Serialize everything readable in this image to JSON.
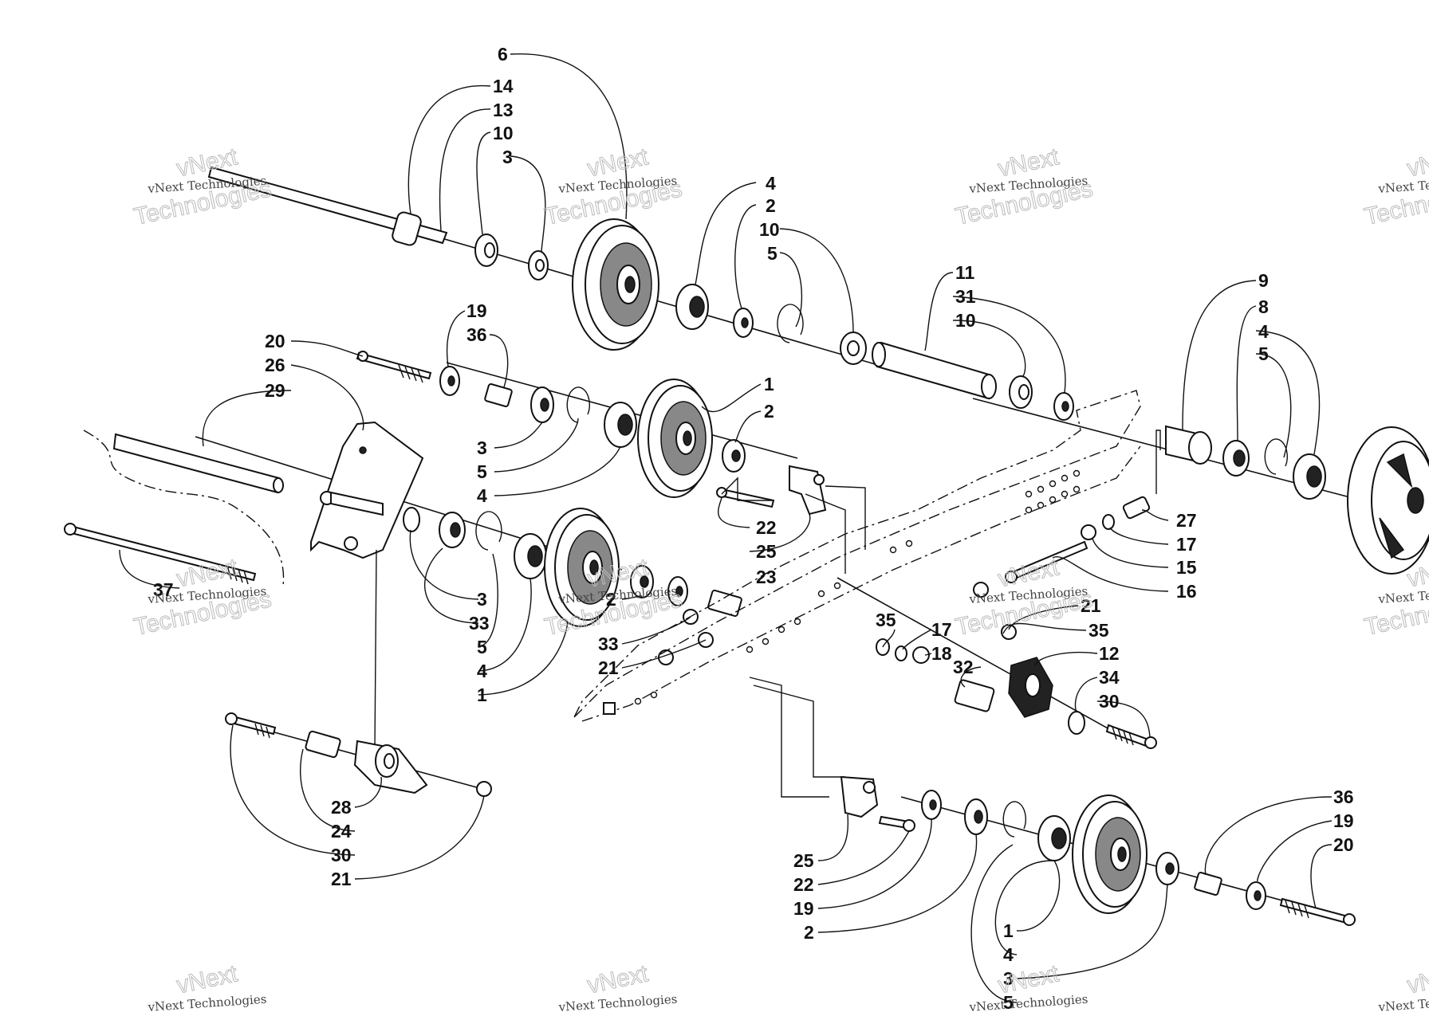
{
  "watermark": {
    "line1": "vNext Technologies",
    "line2": "vNext",
    "line3": "Technologies"
  },
  "callouts": [
    {
      "id": "c01",
      "text": "6"
    },
    {
      "id": "c02",
      "text": "14"
    },
    {
      "id": "c03",
      "text": "13"
    },
    {
      "id": "c04",
      "text": "10"
    },
    {
      "id": "c05",
      "text": "3"
    },
    {
      "id": "c06",
      "text": "4"
    },
    {
      "id": "c07",
      "text": "2"
    },
    {
      "id": "c08",
      "text": "10"
    },
    {
      "id": "c09",
      "text": "5"
    },
    {
      "id": "c10",
      "text": "11"
    },
    {
      "id": "c11",
      "text": "31"
    },
    {
      "id": "c12",
      "text": "10"
    },
    {
      "id": "c13",
      "text": "9"
    },
    {
      "id": "c14",
      "text": "8"
    },
    {
      "id": "c15",
      "text": "4"
    },
    {
      "id": "c16",
      "text": "5"
    },
    {
      "id": "c17",
      "text": "19"
    },
    {
      "id": "c18",
      "text": "36"
    },
    {
      "id": "c19",
      "text": "20"
    },
    {
      "id": "c20",
      "text": "26"
    },
    {
      "id": "c21",
      "text": "29"
    },
    {
      "id": "c22",
      "text": "1"
    },
    {
      "id": "c23",
      "text": "2"
    },
    {
      "id": "c24",
      "text": "3"
    },
    {
      "id": "c25",
      "text": "5"
    },
    {
      "id": "c26",
      "text": "4"
    },
    {
      "id": "c27",
      "text": "22"
    },
    {
      "id": "c28",
      "text": "25"
    },
    {
      "id": "c29",
      "text": "23"
    },
    {
      "id": "c30",
      "text": "27"
    },
    {
      "id": "c31",
      "text": "17"
    },
    {
      "id": "c32",
      "text": "15"
    },
    {
      "id": "c33",
      "text": "16"
    },
    {
      "id": "c34",
      "text": "37"
    },
    {
      "id": "c35",
      "text": "3"
    },
    {
      "id": "c36",
      "text": "33"
    },
    {
      "id": "c37",
      "text": "2"
    },
    {
      "id": "c38",
      "text": "33"
    },
    {
      "id": "c39",
      "text": "5"
    },
    {
      "id": "c40",
      "text": "21"
    },
    {
      "id": "c41",
      "text": "4"
    },
    {
      "id": "c42",
      "text": "1"
    },
    {
      "id": "c43",
      "text": "35"
    },
    {
      "id": "c44",
      "text": "17"
    },
    {
      "id": "c45",
      "text": "18"
    },
    {
      "id": "c46",
      "text": "21"
    },
    {
      "id": "c47",
      "text": "35"
    },
    {
      "id": "c48",
      "text": "12"
    },
    {
      "id": "c49",
      "text": "32"
    },
    {
      "id": "c50",
      "text": "34"
    },
    {
      "id": "c51",
      "text": "30"
    },
    {
      "id": "c52",
      "text": "28"
    },
    {
      "id": "c53",
      "text": "24"
    },
    {
      "id": "c54",
      "text": "30"
    },
    {
      "id": "c55",
      "text": "21"
    },
    {
      "id": "c56",
      "text": "25"
    },
    {
      "id": "c57",
      "text": "22"
    },
    {
      "id": "c58",
      "text": "19"
    },
    {
      "id": "c59",
      "text": "2"
    },
    {
      "id": "c60",
      "text": "36"
    },
    {
      "id": "c61",
      "text": "19"
    },
    {
      "id": "c62",
      "text": "20"
    },
    {
      "id": "c63",
      "text": "1"
    },
    {
      "id": "c64",
      "text": "4"
    },
    {
      "id": "c65",
      "text": "3"
    },
    {
      "id": "c66",
      "text": "5"
    }
  ]
}
